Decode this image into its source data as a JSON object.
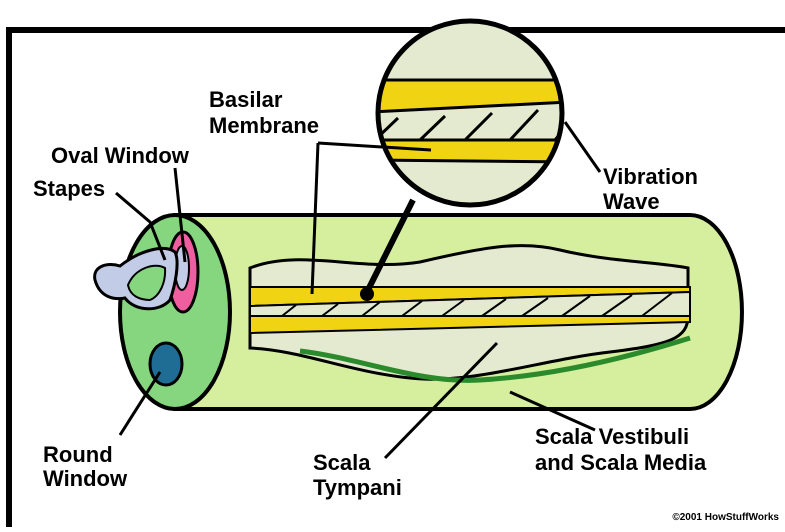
{
  "labels": {
    "basilar_line1": "Basilar",
    "basilar_line2": "Membrane",
    "oval_window": "Oval Window",
    "stapes": "Stapes",
    "vibration_line1": "Vibration",
    "vibration_line2": "Wave",
    "round_line1": "Round",
    "round_line2": "Window",
    "tympani_line1": "Scala",
    "tympani_line2": "Tympani",
    "vestibuli_line1": "Scala Vestibuli",
    "vestibuli_line2": "and Scala Media"
  },
  "copyright": "©2001 HowStuffWorks",
  "colors": {
    "outline": "#000000",
    "tube_fill": "#d6ef9f",
    "cap_fill": "#86d67f",
    "inner_fill": "#e3ead0",
    "membrane": "#f0d313",
    "oval_window": "#ef5fa0",
    "round_window": "#1f6d94",
    "stapes": "#c2cce6",
    "base_stripe": "#2b8a2b"
  },
  "icons": {
    "stapes": "stapes-bone-shape",
    "round_window": "round-window-ellipse"
  }
}
